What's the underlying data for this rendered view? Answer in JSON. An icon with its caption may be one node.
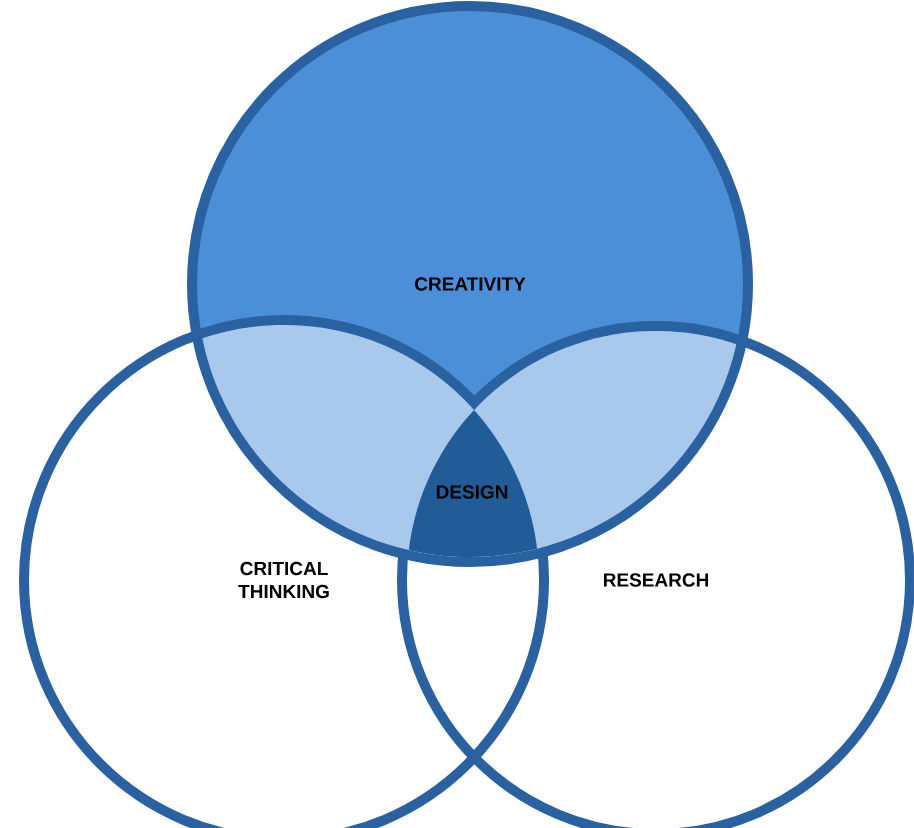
{
  "diagram": {
    "nodes": [
      {
        "text": [
          "CREATIVITY"
        ]
      },
      {
        "text": [
          "CRITICAL THINKING"
        ]
      },
      {
        "text": [
          "RESEARCH"
        ]
      },
      {
        "text": [
          "DESIGN"
        ]
      }
    ]
  }
}
